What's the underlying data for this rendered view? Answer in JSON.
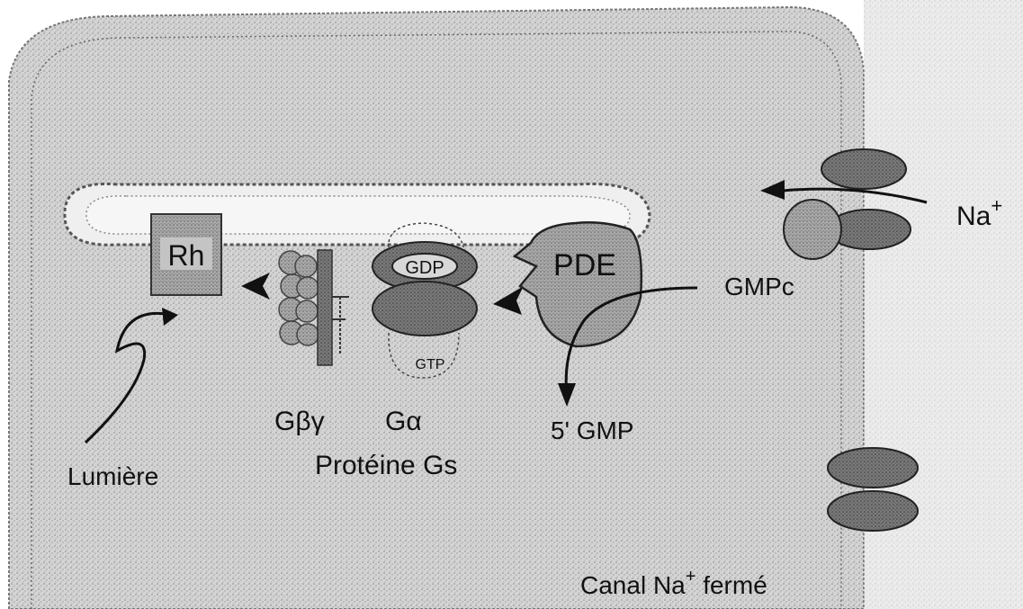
{
  "diagram": {
    "rhodopsin_label": "Rh",
    "gbg_label": "Gβγ",
    "galpha_label": "Gα",
    "gdp_label": "GDP",
    "gtp_label": "GTP",
    "pde_label": "PDE",
    "gmpc_label": "GMPc",
    "gmp5_label": "5' GMP",
    "light_label": "Lumière",
    "protein_gs_label": "Protéine Gs",
    "na_label": "Na",
    "na_sup": "+",
    "channel_label_prefix": "Canal Na",
    "channel_label_sup": "+",
    "channel_label_suffix": " fermé"
  }
}
